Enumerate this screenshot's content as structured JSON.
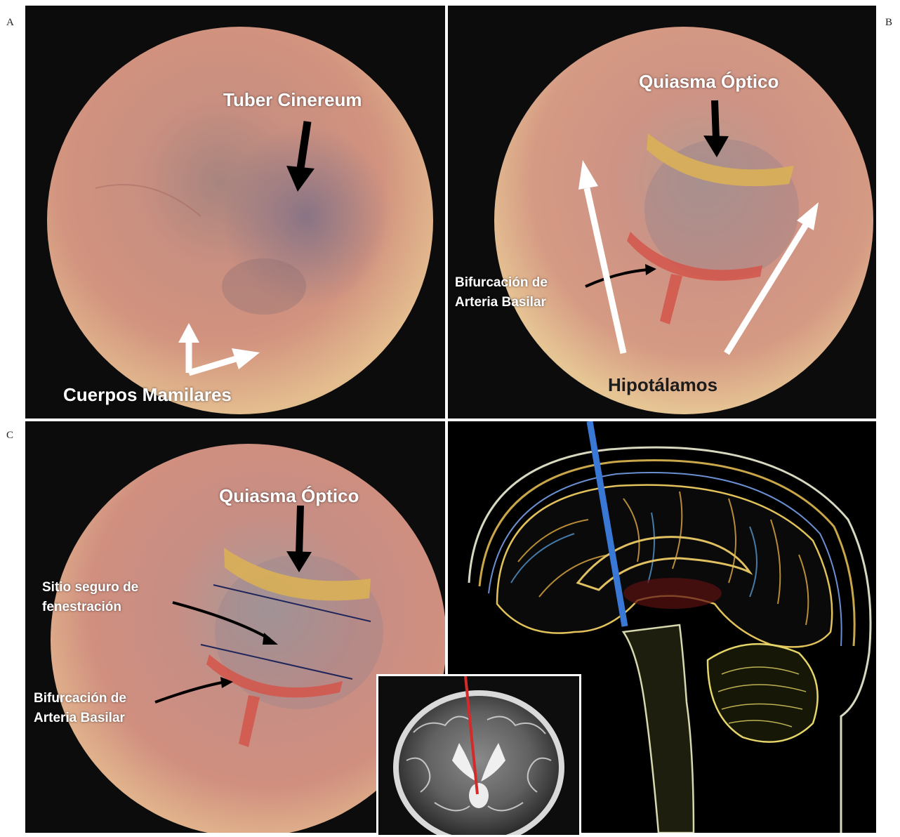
{
  "figure": {
    "letters": {
      "a": "A",
      "b": "B",
      "c": "C"
    },
    "panel_a": {
      "labels": {
        "tuber": "Tuber Cinereum",
        "mamilares": "Cuerpos Mamilares"
      }
    },
    "panel_b": {
      "labels": {
        "quiasma": "Quiasma Óptico",
        "bifurcacion_1": "Bifurcación de",
        "bifurcacion_2": "Arteria Basilar",
        "hipotalamos": "Hipotálamos"
      }
    },
    "panel_c": {
      "labels": {
        "quiasma": "Quiasma Óptico",
        "sitio_1": "Sitio seguro de",
        "sitio_2": "fenestración",
        "bifurcacion_1": "Bifurcación de",
        "bifurcacion_2": "Arteria Basilar"
      }
    },
    "colors": {
      "frame_bg": "#0c0c0c",
      "chiasm_band": "#d9b056",
      "artery": "#d4554a",
      "safe_zone_lines": "#1f2559",
      "trajectory_sagittal": "#3a78d6",
      "trajectory_coronal": "#d42a2a"
    }
  }
}
